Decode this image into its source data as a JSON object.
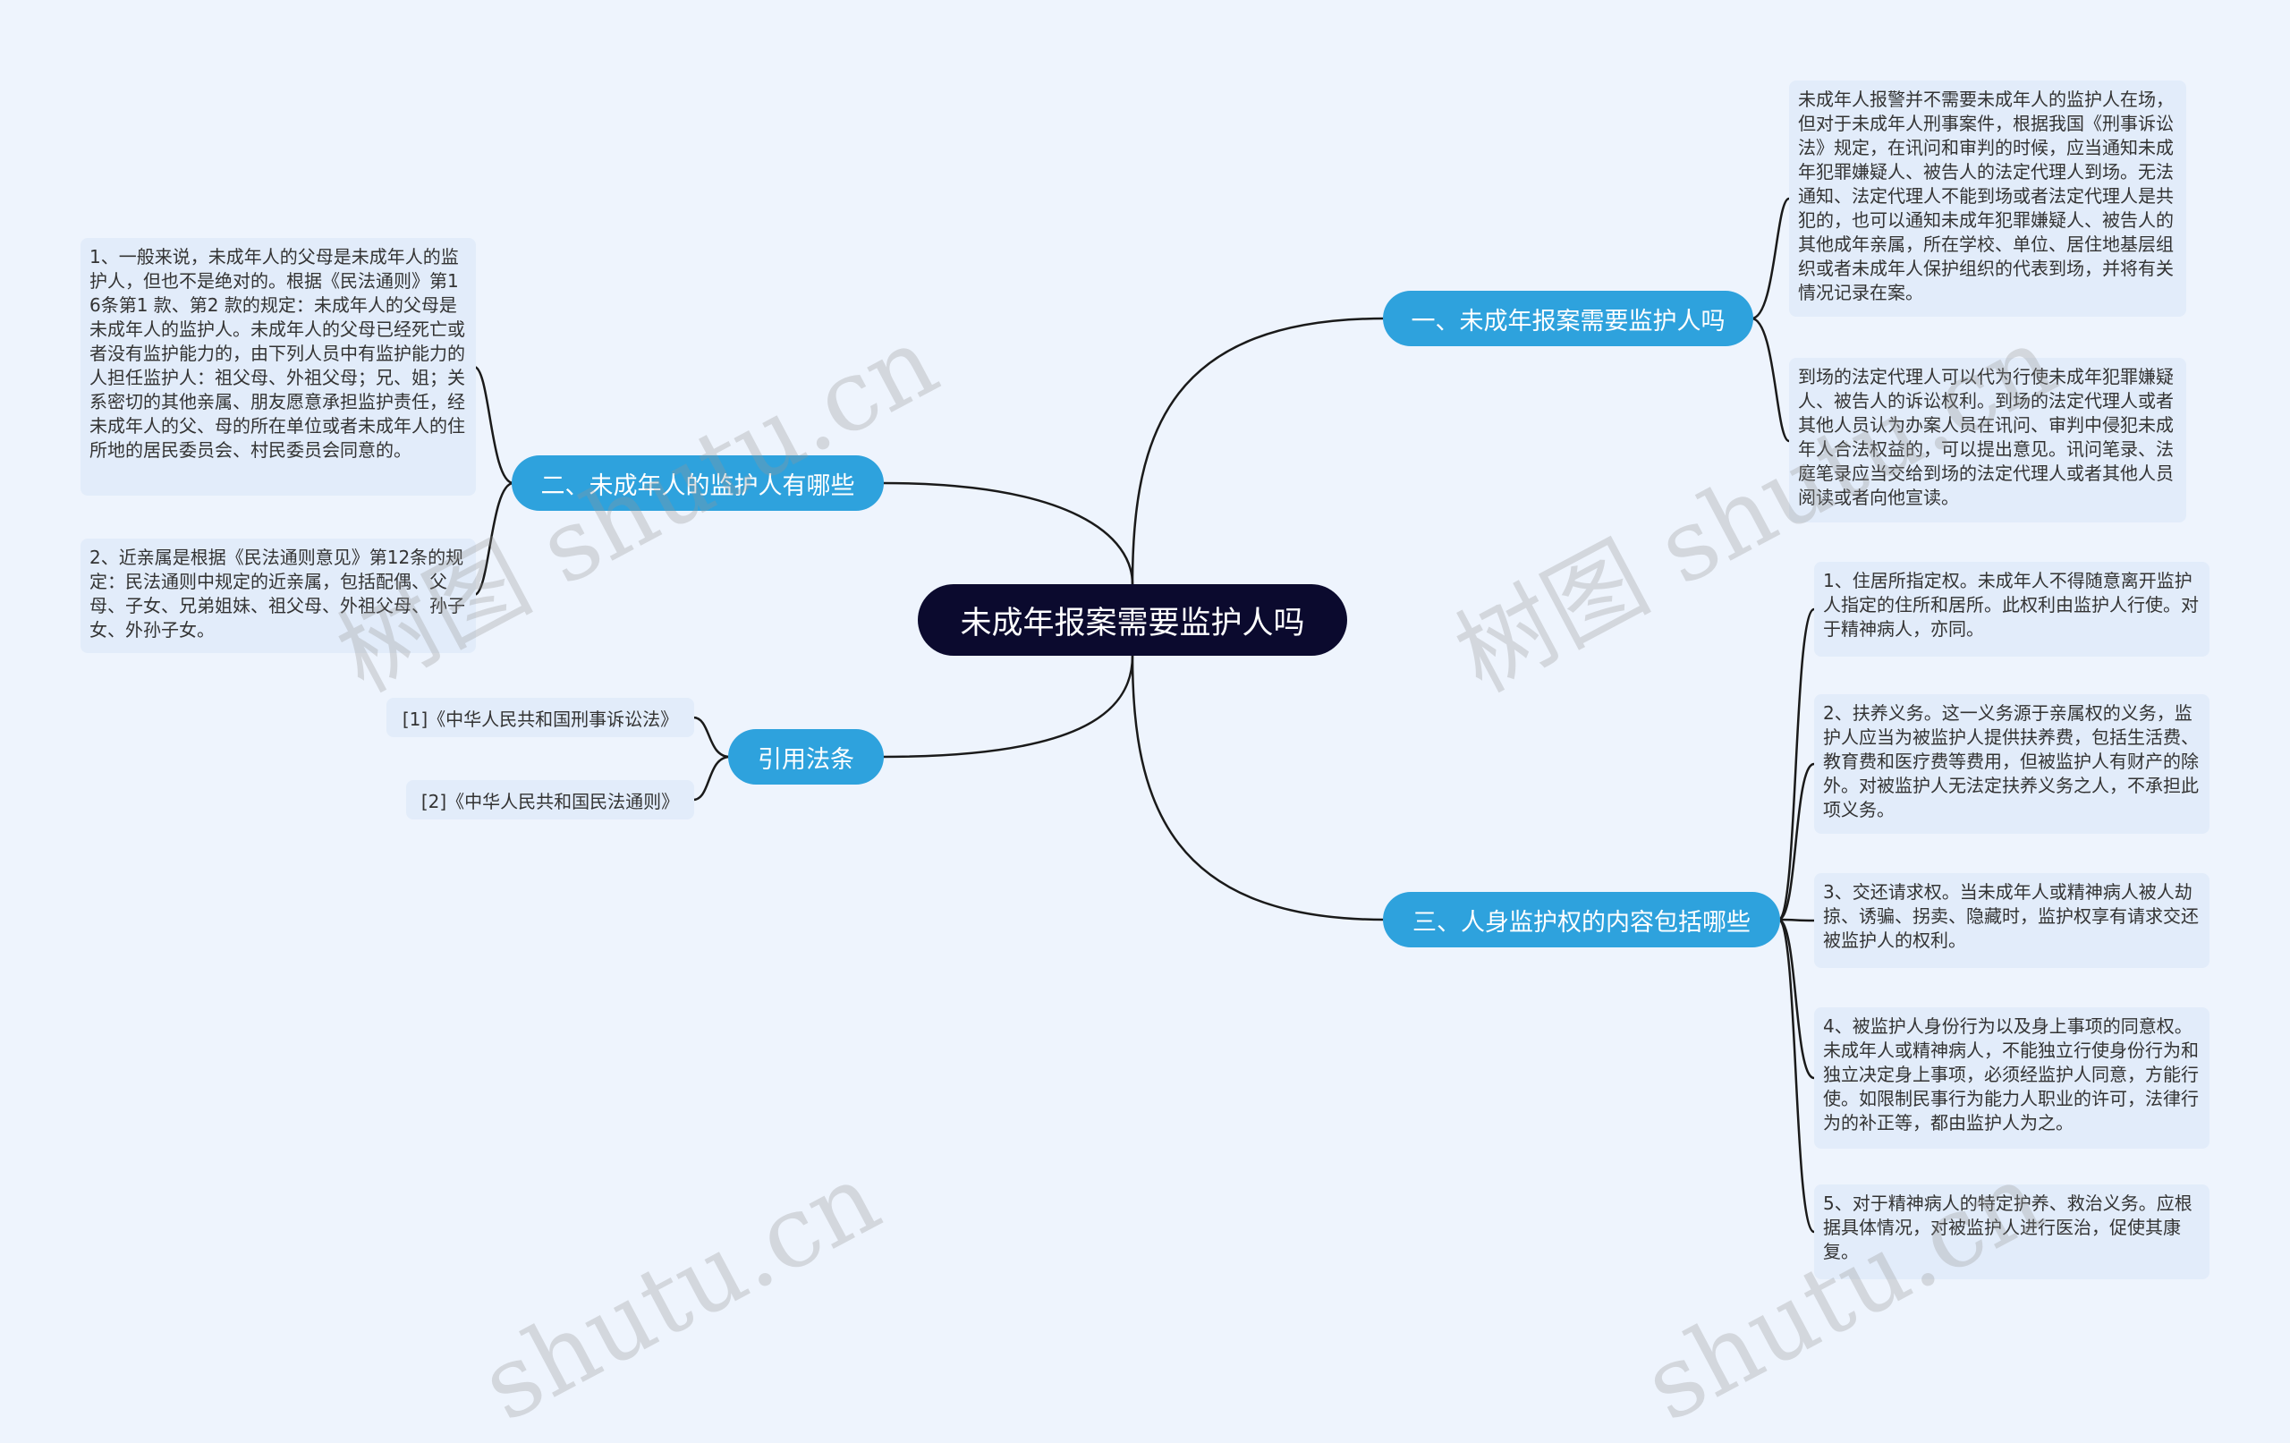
{
  "root": {
    "label": "未成年报案需要监护人吗"
  },
  "branches": [
    {
      "label": "一、未成年报案需要监护人吗",
      "children": [
        "未成年人报警并不需要未成年人的监护人在场，但对于未成年人刑事案件，根据我国《刑事诉讼法》规定，在讯问和审判的时候，应当通知未成年犯罪嫌疑人、被告人的法定代理人到场。无法通知、法定代理人不能到场或者法定代理人是共犯的，也可以通知未成年犯罪嫌疑人、被告人的其他成年亲属，所在学校、单位、居住地基层组织或者未成年人保护组织的代表到场，并将有关情况记录在案。",
        "到场的法定代理人可以代为行使未成年犯罪嫌疑人、被告人的诉讼权利。到场的法定代理人或者其他人员认为办案人员在讯问、审判中侵犯未成年人合法权益的，可以提出意见。讯问笔录、法庭笔录应当交给到场的法定代理人或者其他人员阅读或者向他宣读。"
      ]
    },
    {
      "label": "二、未成年人的监护人有哪些",
      "children": [
        "1、一般来说，未成年人的父母是未成年人的监护人，但也不是绝对的。根据《民法通则》第16条第1 款、第2 款的规定：未成年人的父母是未成年人的监护人。未成年人的父母已经死亡或者没有监护能力的，由下列人员中有监护能力的人担任监护人：祖父母、外祖父母；兄、姐；关系密切的其他亲属、朋友愿意承担监护责任，经未成年人的父、母的所在单位或者未成年人的住所地的居民委员会、村民委员会同意的。",
        "2、近亲属是根据《民法通则意见》第12条的规定：民法通则中规定的近亲属，包括配偶、父母、子女、兄弟姐妹、祖父母、外祖父母、孙子女、外孙子女。"
      ]
    },
    {
      "label": "引用法条",
      "children": [
        "[1]《中华人民共和国刑事诉讼法》",
        "[2]《中华人民共和国民法通则》"
      ]
    },
    {
      "label": "三、人身监护权的内容包括哪些",
      "children": [
        "1、住居所指定权。未成年人不得随意离开监护人指定的住所和居所。此权利由监护人行使。对于精神病人，亦同。",
        "2、扶养义务。这一义务源于亲属权的义务，监护人应当为被监护人提供扶养费，包括生活费、教育费和医疗费等费用，但被监护人有财产的除外。对被监护人无法定扶养义务之人，不承担此项义务。",
        "3、交还请求权。当未成年人或精神病人被人劫掠、诱骗、拐卖、隐藏时，监护权享有请求交还被监护人的权利。",
        "4、被监护人身份行为以及身上事项的同意权。未成年人或精神病人，不能独立行使身份行为和独立决定身上事项，必须经监护人同意，方能行使。如限制民事行为能力人职业的许可，法律行为的补正等，都由监护人为之。",
        "5、对于精神病人的特定护养、救治义务。应根据具体情况，对被监护人进行医治，促使其康复。"
      ]
    }
  ],
  "watermarks": [
    "树图 shutu.cn",
    "树图 shutu.cn",
    "shutu.cn",
    "shutu.cn"
  ],
  "colors": {
    "background": "#eef4fd",
    "root": "#0b0a2e",
    "branch": "#2ea2dd",
    "leaf": "#e2ecfa",
    "line": "#1a1a1a"
  }
}
